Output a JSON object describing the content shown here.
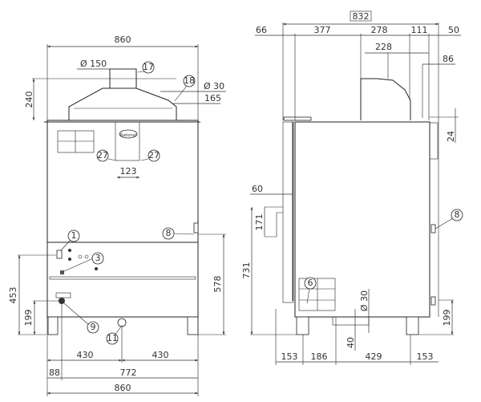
{
  "front_view": {
    "dims": {
      "overall_width_top": "860",
      "flue_diameter": "Ø 150",
      "hood_height": "240",
      "pipe_diameter": "Ø 30",
      "pipe_offset": "165",
      "flue_spacing": "123",
      "height_453": "453",
      "height_199": "199",
      "height_578": "578",
      "half_left": "430",
      "half_right": "430",
      "offset_88": "88",
      "width_772": "772",
      "overall_width_bottom": "860"
    },
    "callouts": [
      "17",
      "18",
      "27",
      "27",
      "1",
      "3",
      "8",
      "9",
      "11"
    ],
    "logo_text": "Rational"
  },
  "side_view": {
    "dims": {
      "overall_depth": "832",
      "d66": "66",
      "d377": "377",
      "d278": "278",
      "d111": "111",
      "d50": "50",
      "d228": "228",
      "d86": "86",
      "h24": "24",
      "d60": "60",
      "h171": "171",
      "h731": "731",
      "h30": "Ø 30",
      "h40": "40",
      "h199": "199",
      "b153a": "153",
      "b186": "186",
      "b429": "429",
      "b153b": "153"
    },
    "callouts": [
      "8",
      "6"
    ]
  }
}
